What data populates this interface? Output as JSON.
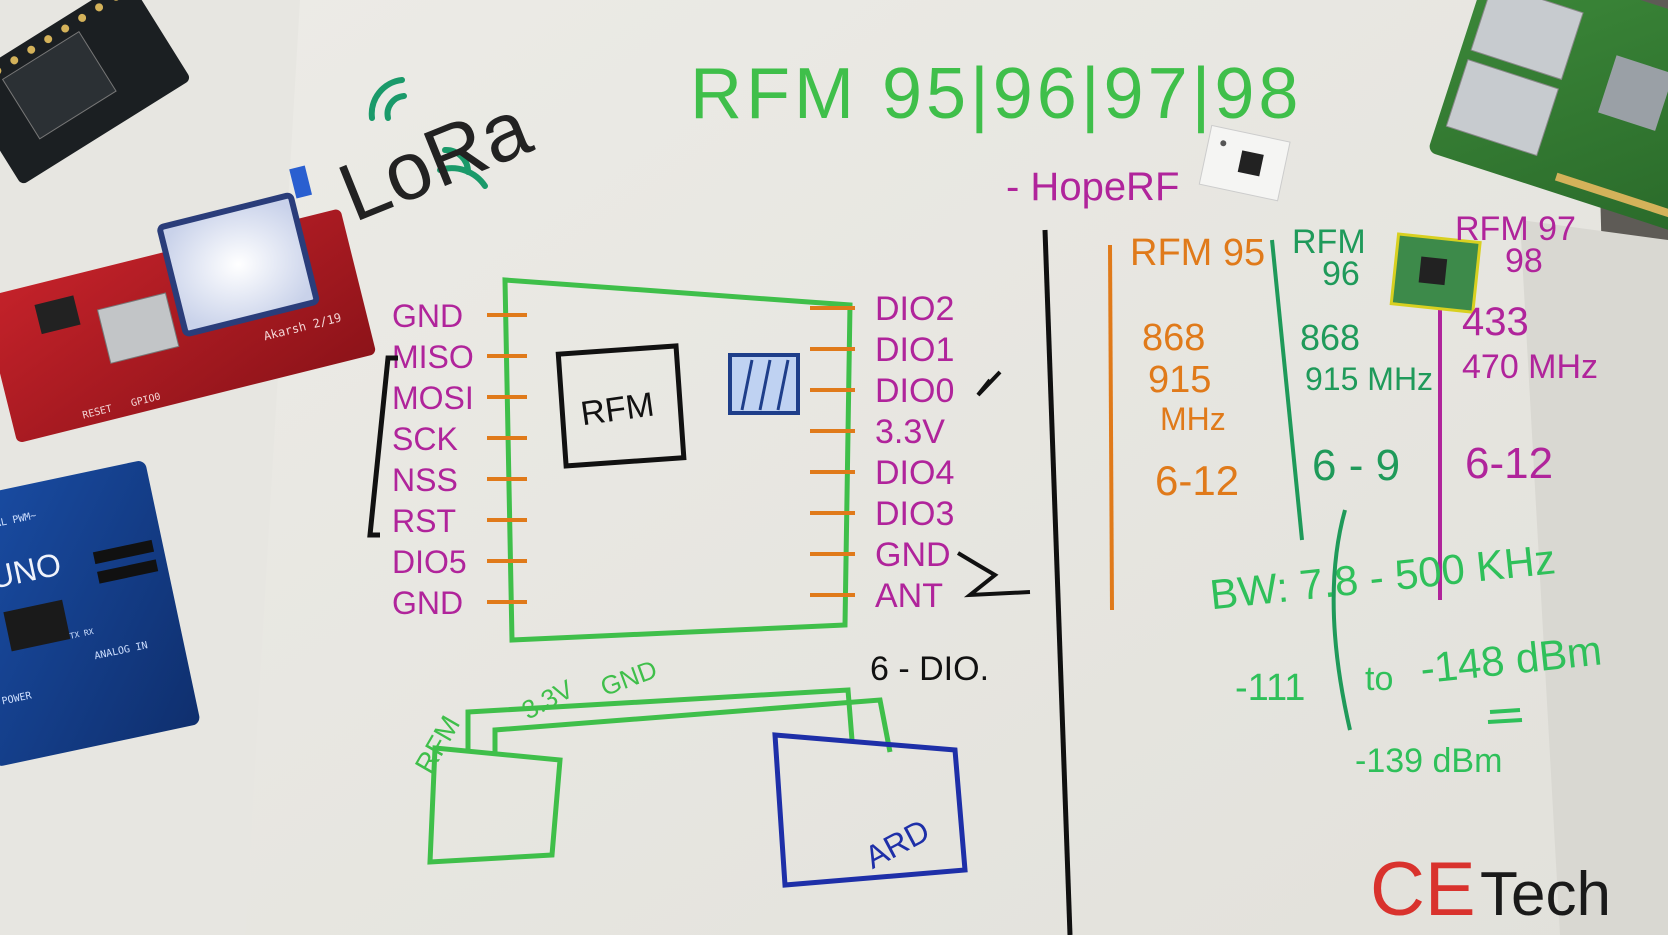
{
  "logo": {
    "text": "LoRa",
    "wave_color": "#1a9a6a"
  },
  "title": {
    "text": "RFM 95|96|97|98",
    "color": "#3fbf4a"
  },
  "vendor": {
    "text": "- HopeRF",
    "color": "#b0249b"
  },
  "module_box": {
    "chip_label": "RFM",
    "left_pins": [
      "GND",
      "MISO",
      "MOSI",
      "SCK",
      "NSS",
      "RST",
      "DIO5",
      "GND"
    ],
    "right_pins": [
      "DIO2",
      "DIO1",
      "DIO0",
      "3.3V",
      "DIO4",
      "DIO3",
      "GND",
      "ANT"
    ],
    "pin_color": "#b0249b",
    "lead_color": "#e07a1a",
    "box_color": "#3fbf4a"
  },
  "wiring": {
    "rfm_label": "RFM",
    "vcc_label": "3.3V",
    "gnd_label": "GND",
    "ard_label": "ARD",
    "dio_label": "6 - DIO."
  },
  "specs": {
    "rfm95": {
      "header": "RFM 95",
      "freq": [
        "868",
        "915",
        "MHz"
      ],
      "sf": "6-12",
      "color": "#e07a1a"
    },
    "rfm96": {
      "header": [
        "RFM",
        "96"
      ],
      "freq": [
        "868",
        "915 MHz"
      ],
      "sf": "6 - 9",
      "color": "#1f9a5a"
    },
    "rfm97": {
      "header": [
        "RFM 97",
        "98"
      ],
      "freq": [
        "433",
        "470 MHz"
      ],
      "sf": "6-12",
      "color": "#b0249b"
    },
    "bw": {
      "text": "BW: 7.8 - 500 KHz",
      "color": "#2fc05a"
    },
    "sensitivity": {
      "low": "-111",
      "to": "to",
      "high": "-148 dBm",
      "bottom": "-139 dBm",
      "color": "#2fc05a"
    }
  },
  "brand": {
    "ce": "CE",
    "tech": "Tech",
    "ce_color": "#d9322d",
    "tech_color": "#1a1a1a"
  },
  "board_label": "Akarsh 2/19",
  "uno_label": "UNO",
  "uno_port_labels": [
    "DIGITAL PWM~",
    "TX RX",
    "ANALOG IN",
    "POWER"
  ],
  "board_pin_labels": [
    "RESET",
    "GPIO0"
  ]
}
